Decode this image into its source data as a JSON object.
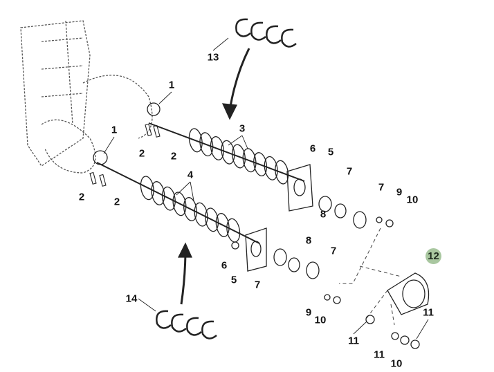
{
  "diagram": {
    "callout_color": "#a9c7a0",
    "labels": {
      "l13": "13",
      "l3": "3",
      "l1a": "1",
      "l1b": "1",
      "l2a": "2",
      "l2b": "2",
      "l2c": "2",
      "l2d": "2",
      "l4": "4",
      "l6a": "6",
      "l5a": "5",
      "l7a": "7",
      "l7b": "7",
      "l9a": "9",
      "l10a": "10",
      "l8a": "8",
      "l8b": "8",
      "l7c": "7",
      "l6b": "6",
      "l5b": "5",
      "l7d": "7",
      "l12": "12",
      "l14": "14",
      "l9b": "9",
      "l10b": "10",
      "l11a": "11",
      "l11b": "11",
      "l11c": "11",
      "l10c": "10"
    }
  }
}
